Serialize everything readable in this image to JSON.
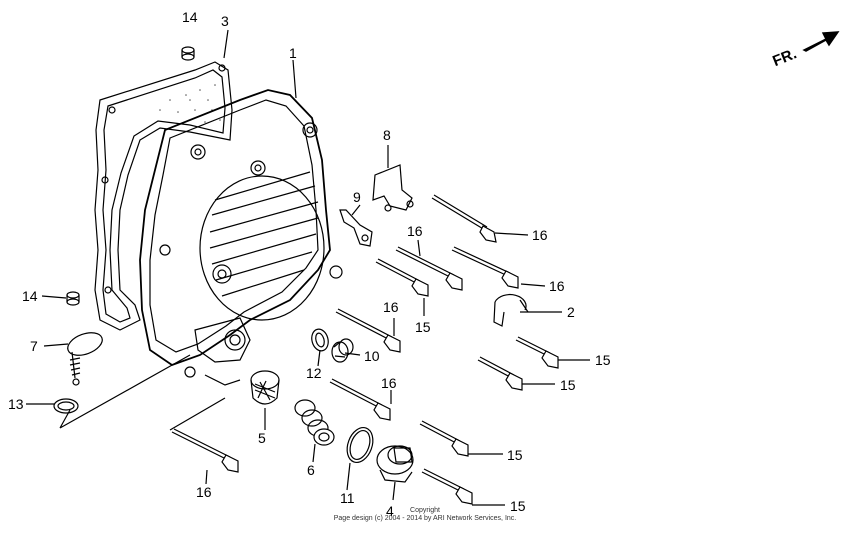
{
  "diagram": {
    "direction_label": "FR.",
    "copyright_line1": "Copyright",
    "copyright_line2": "Page design (c) 2004 - 2014 by ARI Network Services, Inc.",
    "labels": {
      "l1": "1",
      "l2": "2",
      "l3": "3",
      "l4": "4",
      "l5": "5",
      "l6": "6",
      "l7": "7",
      "l8": "8",
      "l9": "9",
      "l10": "10",
      "l11": "11",
      "l12": "12",
      "l13": "13",
      "l14a": "14",
      "l14b": "14",
      "l15a": "15",
      "l15b": "15",
      "l15c": "15",
      "l15d": "15",
      "l15e": "15",
      "l16a": "16",
      "l16b": "16",
      "l16c": "16",
      "l16d": "16",
      "l16e": "16",
      "l16f": "16"
    }
  }
}
